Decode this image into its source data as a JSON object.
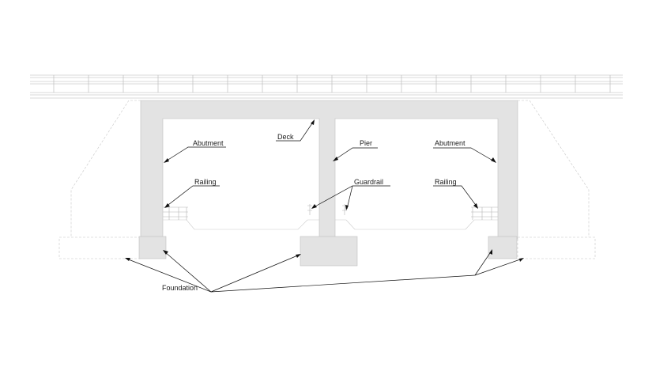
{
  "labels": {
    "deck": "Deck",
    "abutment_left": "Abutment",
    "pier": "Pier",
    "abutment_right": "Abutment",
    "railing_left": "Railing",
    "guardrail": "Guardrail",
    "railing_right": "Railing",
    "foundation": "Foundation"
  }
}
